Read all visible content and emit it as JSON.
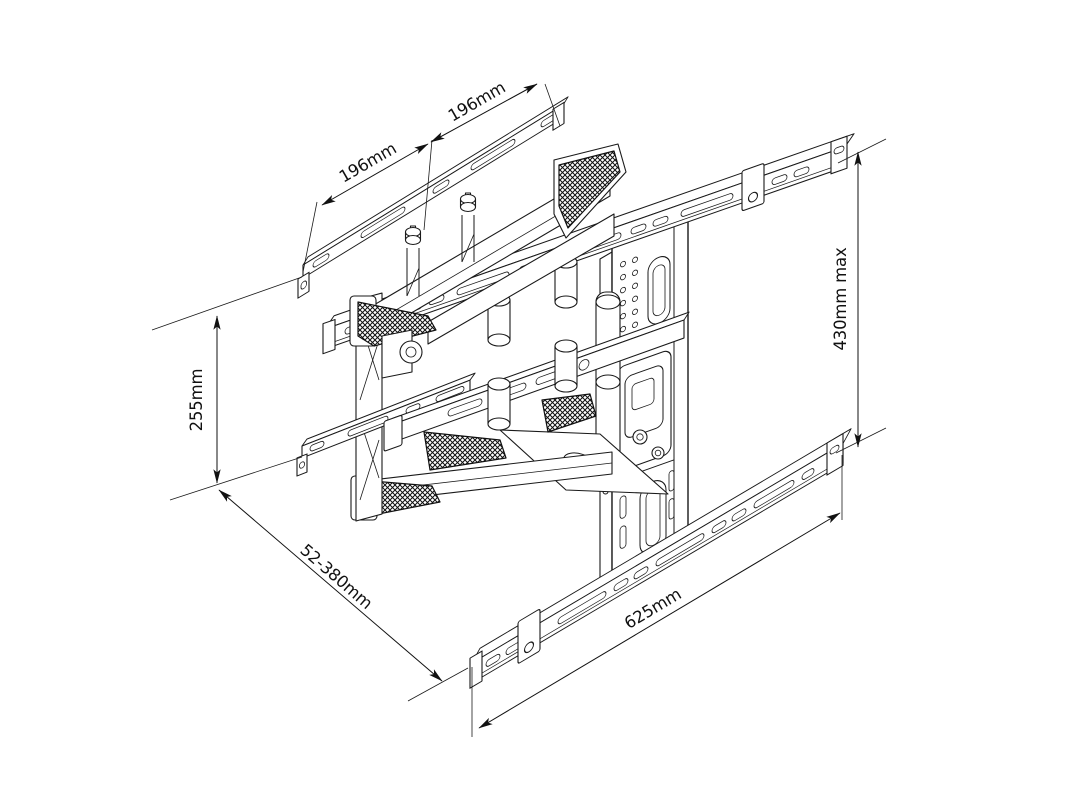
{
  "drawing": {
    "title": "Articulating TV wall-mount bracket — isometric dimensioned line drawing",
    "background_color": "#ffffff",
    "line_color": "#1a1a1a",
    "dimensions": {
      "vesa_spacing_left": "196mm",
      "vesa_spacing_right": "196mm",
      "bracket_height": "255mm",
      "extension_range": "52-380mm",
      "wall_rail_width": "625mm",
      "vertical_spacing_max": "430mm max"
    }
  }
}
